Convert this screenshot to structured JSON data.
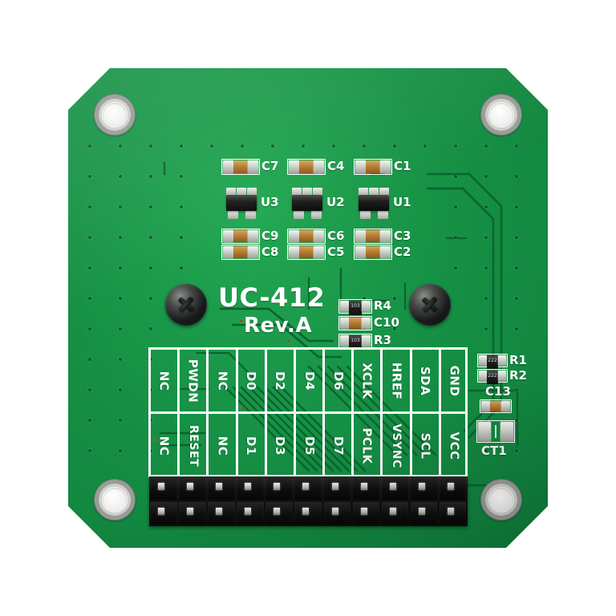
{
  "board": {
    "name": "UC-412",
    "revision": "Rev.A",
    "colors": {
      "pcb_green": "#169145",
      "silkscreen_white": "#ffffff",
      "trace_dark_green": "#0a5f2d",
      "background": "#ffffff",
      "header_black": "#0d0e0e",
      "pad_silver": "#cfd2cb",
      "cap_tan": "#b4792f",
      "res_black": "#1d1d1c"
    }
  },
  "pin_header": {
    "rows": 2,
    "columns": 11,
    "top_row": [
      "NC",
      "PWDN",
      "NC",
      "D0",
      "D2",
      "D4",
      "D6",
      "XCLK",
      "HREF",
      "SDA",
      "GND"
    ],
    "bottom_row": [
      "NC",
      "RESET",
      "NC",
      "D1",
      "D3",
      "D5",
      "D7",
      "PCLK",
      "VSYNC",
      "SCL",
      "VCC"
    ]
  },
  "components": {
    "regulator_groups": [
      {
        "top_cap": "C7",
        "ic": "U3",
        "mid_cap": "C9",
        "bottom_cap": "C8"
      },
      {
        "top_cap": "C4",
        "ic": "U2",
        "mid_cap": "C6",
        "bottom_cap": "C5"
      },
      {
        "top_cap": "C1",
        "ic": "U1",
        "mid_cap": "C3",
        "bottom_cap": "C2"
      }
    ],
    "center_stack": [
      "R4",
      "C10",
      "R3"
    ],
    "right_stack": [
      "R1",
      "R2",
      "C13",
      "CT1"
    ]
  },
  "hardware": {
    "mounting_holes": 4,
    "screws": 2
  }
}
